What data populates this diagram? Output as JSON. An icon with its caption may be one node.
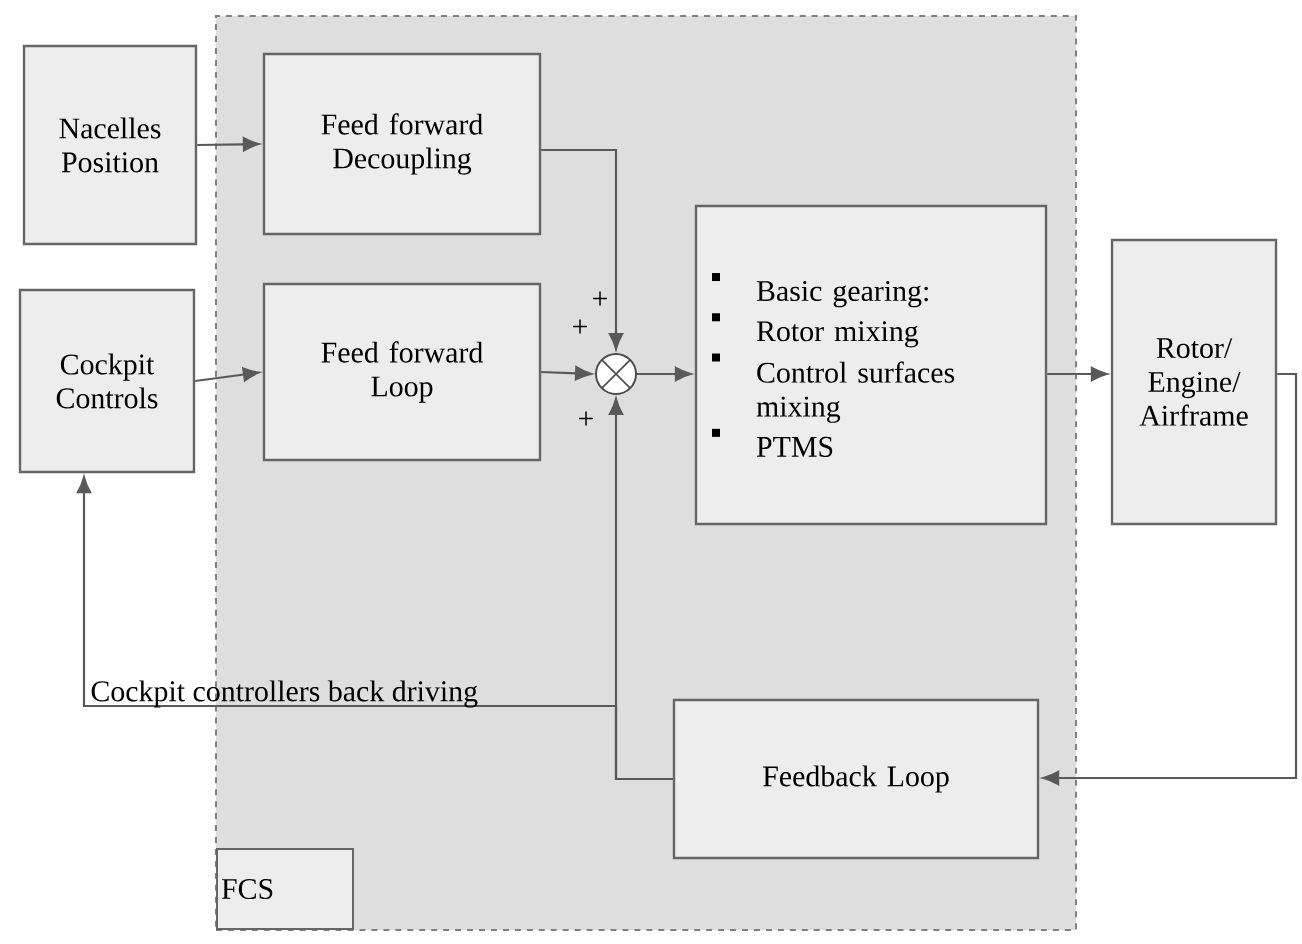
{
  "diagram": {
    "nodes": [
      {
        "text": [
          "FCS"
        ]
      },
      {
        "text": [
          "Nacelles Position"
        ]
      },
      {
        "text": [
          "Cockpit Controls"
        ]
      },
      {
        "text": [
          "Feed forward Decoupling"
        ],
        "in": 0
      },
      {
        "text": [
          "Feed forward Loop"
        ],
        "in": 0
      },
      {
        "text": [],
        "shape": "circle",
        "in": 0
      },
      {
        "text": [
          "Basic gearing:",
          "Rotor mixing",
          "Control surfaces mixing",
          "PTMS"
        ],
        "in": 0
      },
      {
        "text": [
          "Rotor/ Engine/ Airframe"
        ]
      },
      {
        "text": [
          "Feedback Loop"
        ],
        "in": 0
      }
    ],
    "edges": [
      {
        "from": 1,
        "to": 3,
        "arrow": "to"
      },
      {
        "from": 2,
        "to": 4,
        "arrow": "to"
      },
      {
        "from": 3,
        "to": 5,
        "arrow": "to"
      },
      {
        "from": 4,
        "to": 5,
        "arrow": "to"
      },
      {
        "from": 8,
        "to": 5,
        "arrow": "to"
      },
      {
        "from": 5,
        "to": 6,
        "arrow": "to"
      },
      {
        "from": 6,
        "to": 7,
        "arrow": "to"
      },
      {
        "from": 7,
        "to": 8,
        "arrow": "to"
      },
      {
        "from": 8,
        "to": 2,
        "arrow": "to",
        "label": "Cockpit controllers back driving"
      }
    ],
    "labels": [
      "+",
      "+",
      "+"
    ]
  }
}
